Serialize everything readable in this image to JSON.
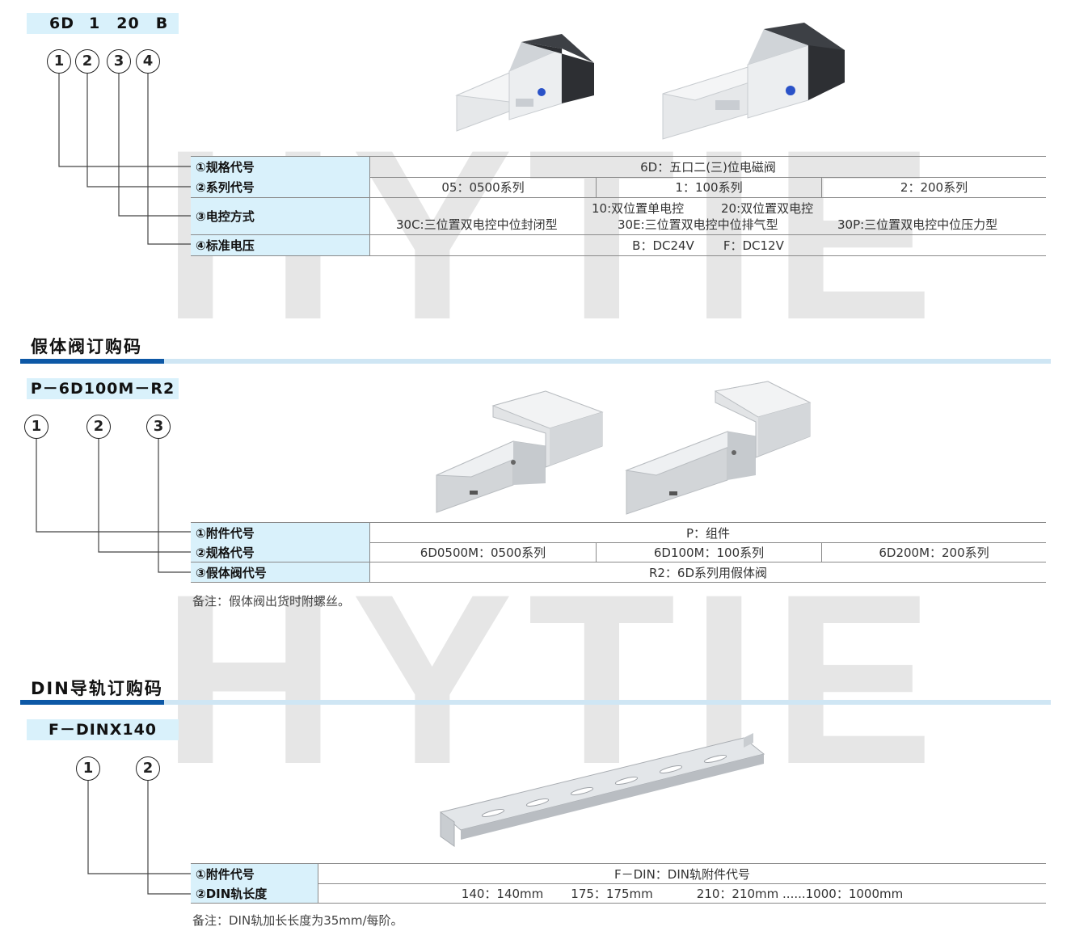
{
  "watermark": "HYTIE",
  "colors": {
    "label_bg": "#d9f1fb",
    "accent_dark": "#0d58a6",
    "accent_light": "#cfe6f4",
    "watermark": "#e6e6e6"
  },
  "section1": {
    "code_parts": [
      "6D",
      "1",
      "20",
      "B"
    ],
    "markers": [
      "1",
      "2",
      "3",
      "4"
    ],
    "rows": [
      {
        "label": "①规格代号",
        "cells": [
          "6D：五口二(三)位电磁阀"
        ]
      },
      {
        "label": "②系列代号",
        "cells": [
          "05：0500系列",
          "1：100系列",
          "2：200系列"
        ]
      },
      {
        "label": "③电控方式",
        "line1": [
          "10:双位置单电控",
          "20:双位置双电控"
        ],
        "line2": [
          "30C:三位置双电控中位封闭型",
          "30E:三位置双电控中位排气型",
          "30P:三位置双电控中位压力型"
        ]
      },
      {
        "label": "④标准电压",
        "cells": [
          "B：DC24V",
          "F：DC12V"
        ]
      }
    ]
  },
  "section2": {
    "title": "假体阀订购码",
    "code": "P－6D100M－R2",
    "markers": [
      "1",
      "2",
      "3"
    ],
    "rows": [
      {
        "label": "①附件代号",
        "cells": [
          "P：组件"
        ]
      },
      {
        "label": "②规格代号",
        "cells": [
          "6D0500M：0500系列",
          "6D100M：100系列",
          "6D200M：200系列"
        ]
      },
      {
        "label": "③假体阀代号",
        "cells": [
          "R2：6D系列用假体阀"
        ]
      }
    ],
    "note": "备注：假体阀出货时附螺丝。"
  },
  "section3": {
    "title": "DIN导轨订购码",
    "code": "F－DINX140",
    "markers": [
      "1",
      "2"
    ],
    "rows": [
      {
        "label": "①附件代号",
        "cells": [
          "F－DIN：DIN轨附件代号"
        ]
      },
      {
        "label": "②DIN轨长度",
        "cells": [
          "140：140mm",
          "175：175mm",
          "210：210mm ......1000：1000mm"
        ]
      }
    ],
    "note": "备注：DIN轨加长长度为35mm/每阶。"
  }
}
